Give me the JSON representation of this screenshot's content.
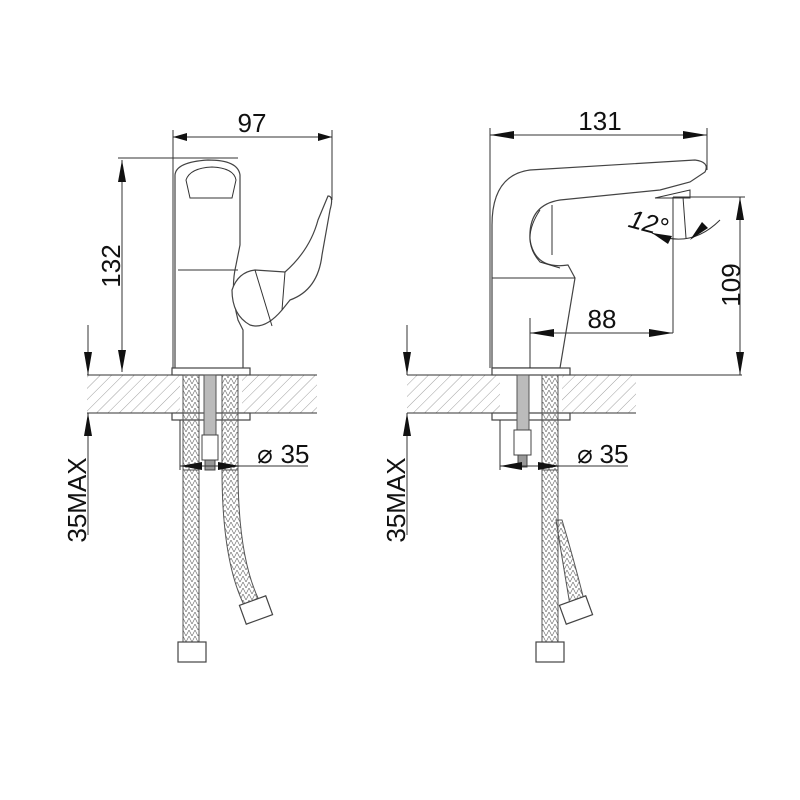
{
  "drawing": {
    "left_view": {
      "width_dim": "97",
      "height_dim": "132",
      "counter_max_dim": "35MAX",
      "hole_dim_symbol": "⌀",
      "hole_dim_value": "35"
    },
    "right_view": {
      "reach_dim": "131",
      "spout_height_dim": "109",
      "spout_reach_dim": "88",
      "angle_dim": "12°",
      "counter_max_dim": "35MAX",
      "hole_dim_symbol": "⌀",
      "hole_dim_value": "35"
    },
    "colors": {
      "line": "#333333",
      "background": "#ffffff"
    }
  }
}
